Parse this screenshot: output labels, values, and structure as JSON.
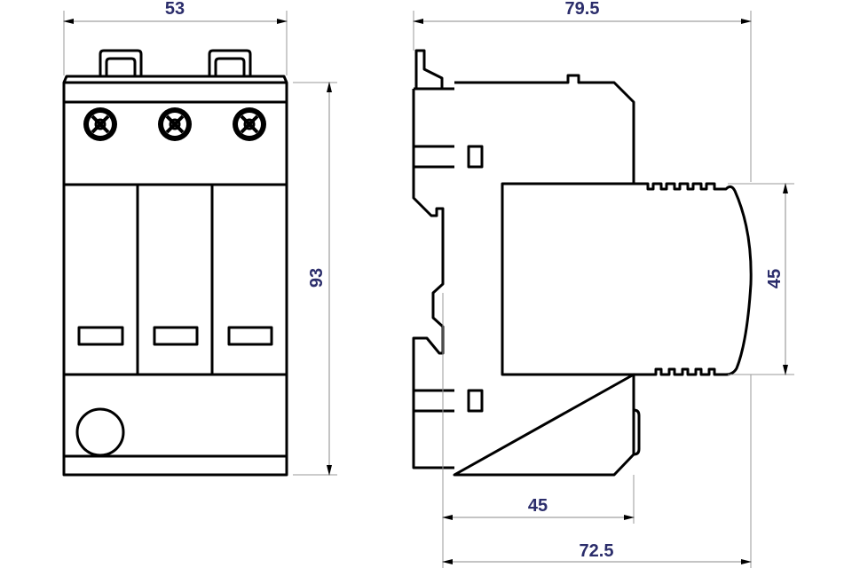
{
  "drawing": {
    "text_color": "#2b2d6b",
    "front_view": {
      "width_dim": "53",
      "height_dim": "93",
      "terminals": 3,
      "modules": 3
    },
    "side_view": {
      "depth_dim": "79.5",
      "cap_height_dim": "45",
      "body_depth_dim": "45",
      "overall_depth_dim": "72.5"
    }
  }
}
